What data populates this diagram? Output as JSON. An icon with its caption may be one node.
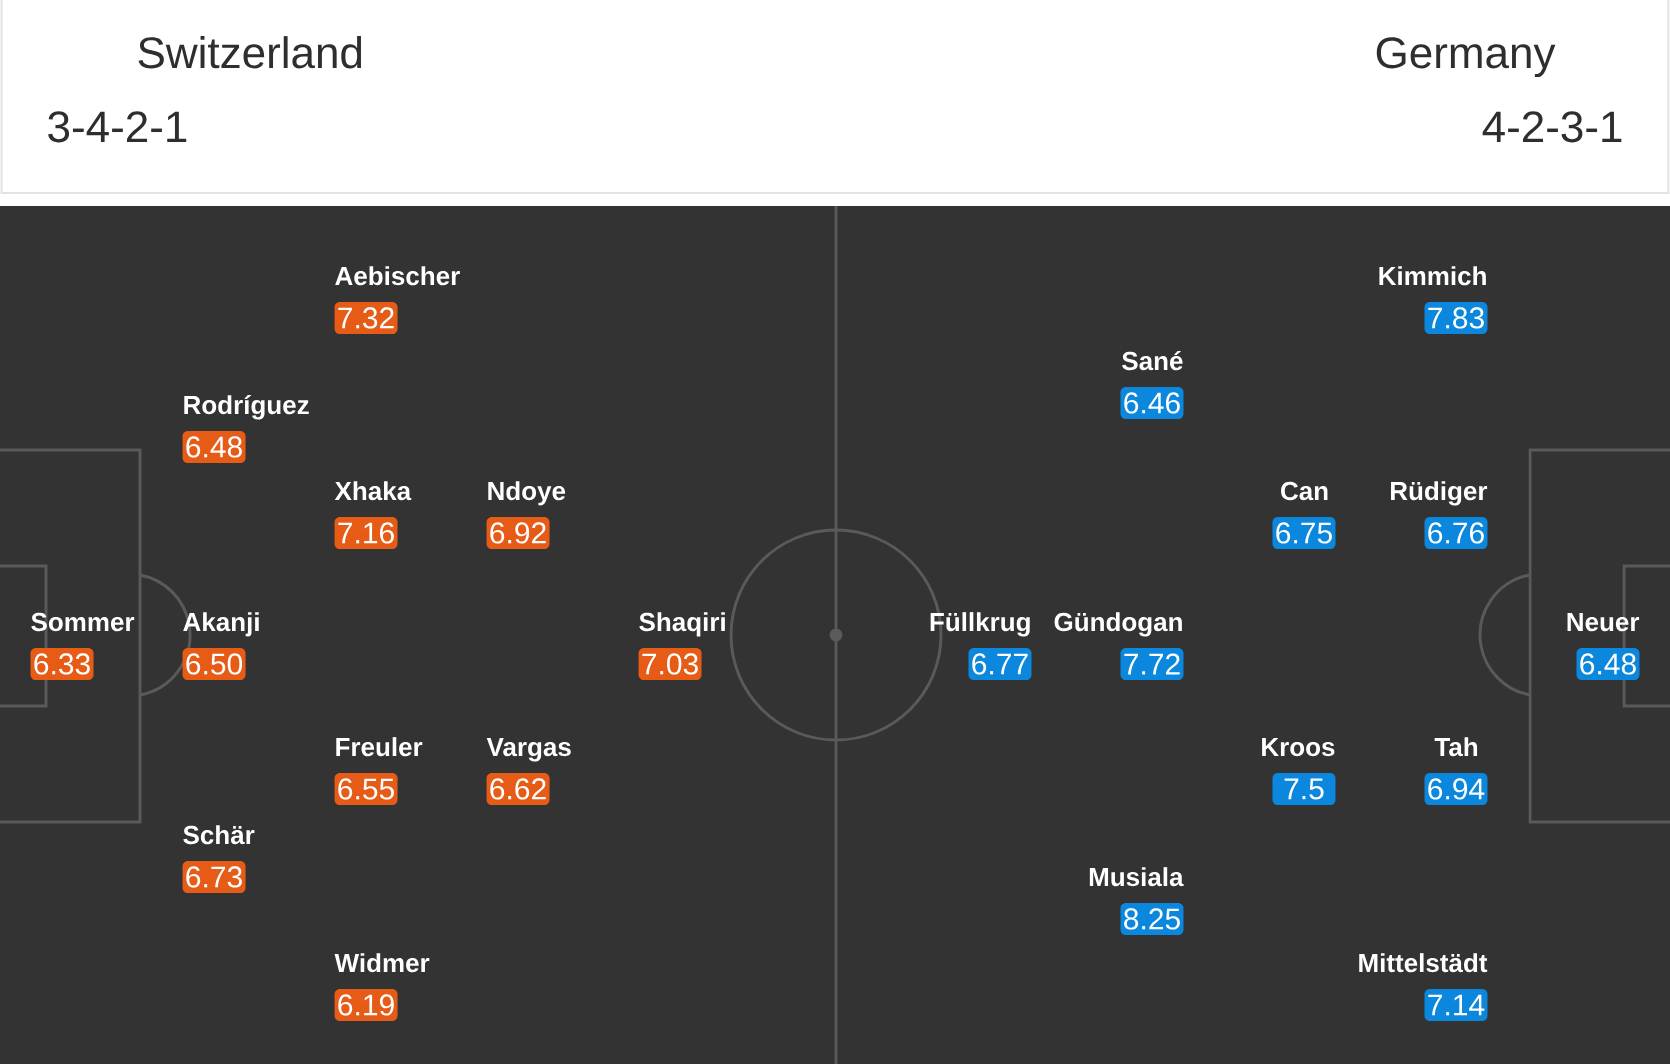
{
  "diagram": {
    "nodes": [
      {
        "text": [
          "Aebischer",
          "7.32"
        ]
      },
      {
        "text": [
          "Rodríguez",
          "6.48"
        ]
      },
      {
        "text": [
          "Xhaka",
          "7.16"
        ]
      },
      {
        "text": [
          "Ndoye",
          "6.92"
        ]
      },
      {
        "text": [
          "Sommer",
          "6.33"
        ]
      },
      {
        "text": [
          "Akanji",
          "6.50"
        ]
      },
      {
        "text": [
          "Shaqiri",
          "7.03"
        ]
      },
      {
        "text": [
          "Freuler",
          "6.55"
        ]
      },
      {
        "text": [
          "Vargas",
          "6.62"
        ]
      },
      {
        "text": [
          "Schär",
          "6.73"
        ]
      },
      {
        "text": [
          "Widmer",
          "6.19"
        ]
      },
      {
        "text": [
          "Kimmich",
          "7.83"
        ]
      },
      {
        "text": [
          "Sané",
          "6.46"
        ]
      },
      {
        "text": [
          "Can",
          "6.75"
        ]
      },
      {
        "text": [
          "Rüdiger",
          "6.76"
        ]
      },
      {
        "text": [
          "Füllkrug",
          "6.77"
        ]
      },
      {
        "text": [
          "Gündogan",
          "7.72"
        ]
      },
      {
        "text": [
          "Neuer",
          "6.48"
        ]
      },
      {
        "text": [
          "Kroos",
          "7.5"
        ]
      },
      {
        "text": [
          "Tah",
          "6.94"
        ]
      },
      {
        "text": [
          "Musiala",
          "8.25"
        ]
      },
      {
        "text": [
          "Mittelstädt",
          "7.14"
        ]
      }
    ],
    "labels": [
      "Switzerland",
      "3-4-2-1",
      "Germany",
      "4-2-3-1"
    ]
  }
}
